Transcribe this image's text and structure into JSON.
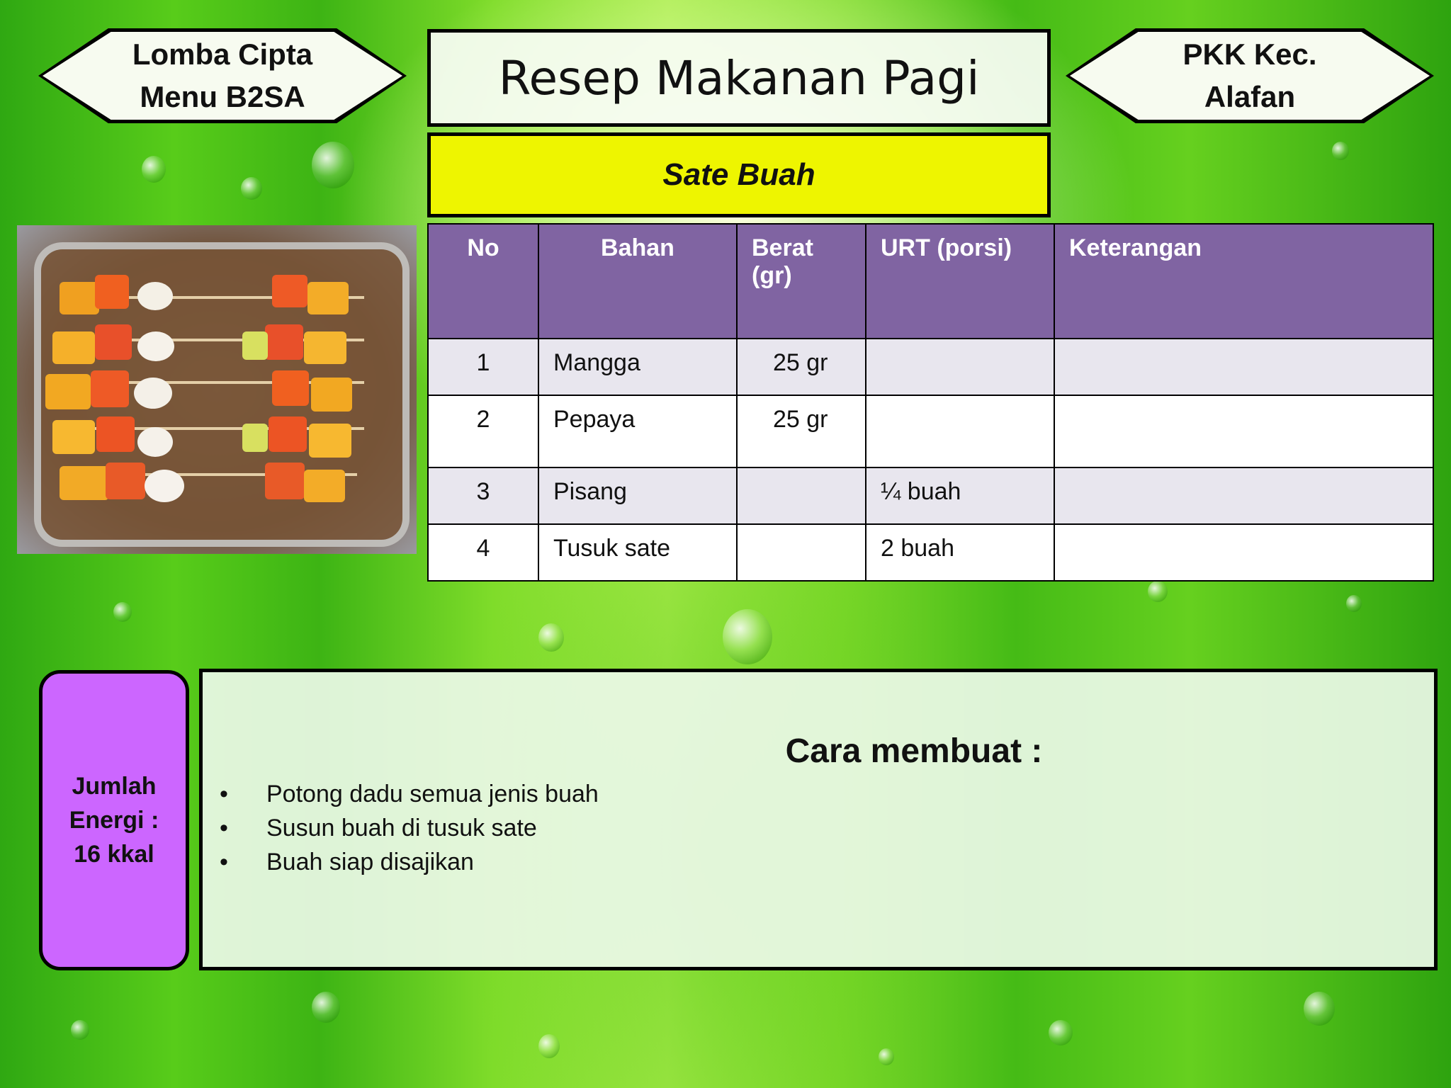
{
  "header": {
    "left_label_line1": "Lomba Cipta",
    "left_label_line2": "Menu B2SA",
    "title": "Resep Makanan Pagi",
    "right_label_line1": "PKK Kec.",
    "right_label_line2": "Alafan",
    "subtitle": "Sate Buah"
  },
  "photo": {
    "subject": "fruit-skewers-photo"
  },
  "table": {
    "columns": [
      "No",
      "Bahan",
      "Berat (gr)",
      "URT (porsi)",
      "Keterangan"
    ],
    "rows": [
      {
        "no": "1",
        "bahan": "Mangga",
        "berat": "25 gr",
        "urt": "",
        "keterangan": ""
      },
      {
        "no": "2",
        "bahan": "Pepaya",
        "berat": "25 gr",
        "urt": "",
        "keterangan": ""
      },
      {
        "no": "3",
        "bahan": "Pisang",
        "berat": "",
        "urt": "¼ buah",
        "keterangan": ""
      },
      {
        "no": "4",
        "bahan": "Tusuk sate",
        "berat": "",
        "urt": "2 buah",
        "keterangan": ""
      }
    ]
  },
  "energy": {
    "line1": "Jumlah",
    "line2": "Energi :",
    "line3": "16 kkal"
  },
  "steps": {
    "title": "Cara membuat :",
    "items": [
      "Potong dadu semua jenis buah",
      "Susun buah di tusuk sate",
      "Buah siap disajikan"
    ],
    "bullet": "•"
  },
  "colors": {
    "header_purple": "#8064a2",
    "energy_purple": "#cc66ff",
    "subtitle_yellow": "#eef500",
    "background_green": "#58cc1a"
  }
}
